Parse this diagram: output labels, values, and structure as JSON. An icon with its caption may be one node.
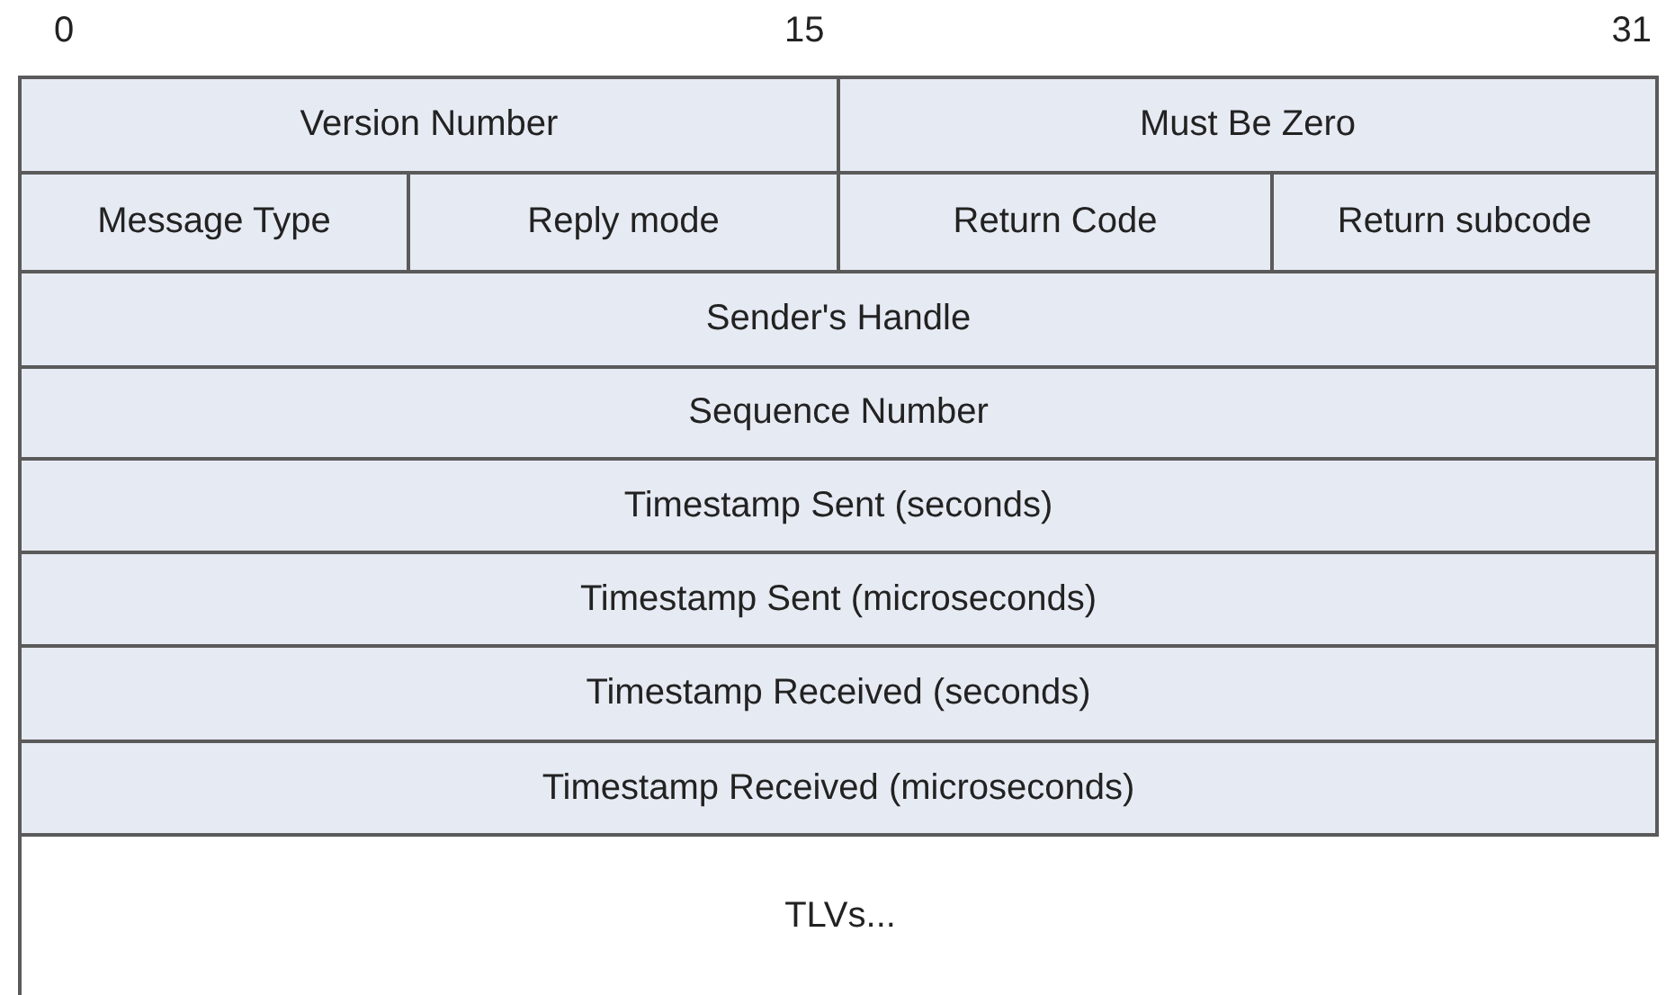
{
  "diagram": {
    "nodes": [
      {
        "text": [
          "Version Number"
        ]
      },
      {
        "text": [
          "Must Be Zero"
        ]
      },
      {
        "text": [
          "Message Type"
        ]
      },
      {
        "text": [
          "Reply mode"
        ]
      },
      {
        "text": [
          "Return Code"
        ]
      },
      {
        "text": [
          "Return subcode"
        ]
      },
      {
        "text": [
          "Sender's Handle"
        ]
      },
      {
        "text": [
          "Sequence Number"
        ]
      },
      {
        "text": [
          "Timestamp Sent (seconds)"
        ]
      },
      {
        "text": [
          "Timestamp Sent (microseconds)"
        ]
      },
      {
        "text": [
          "Timestamp Received (seconds)"
        ]
      },
      {
        "text": [
          "Timestamp Received (microseconds)"
        ]
      },
      {
        "text": [
          "TLVs..."
        ]
      }
    ],
    "labels": [
      "0",
      "15",
      "31"
    ]
  }
}
